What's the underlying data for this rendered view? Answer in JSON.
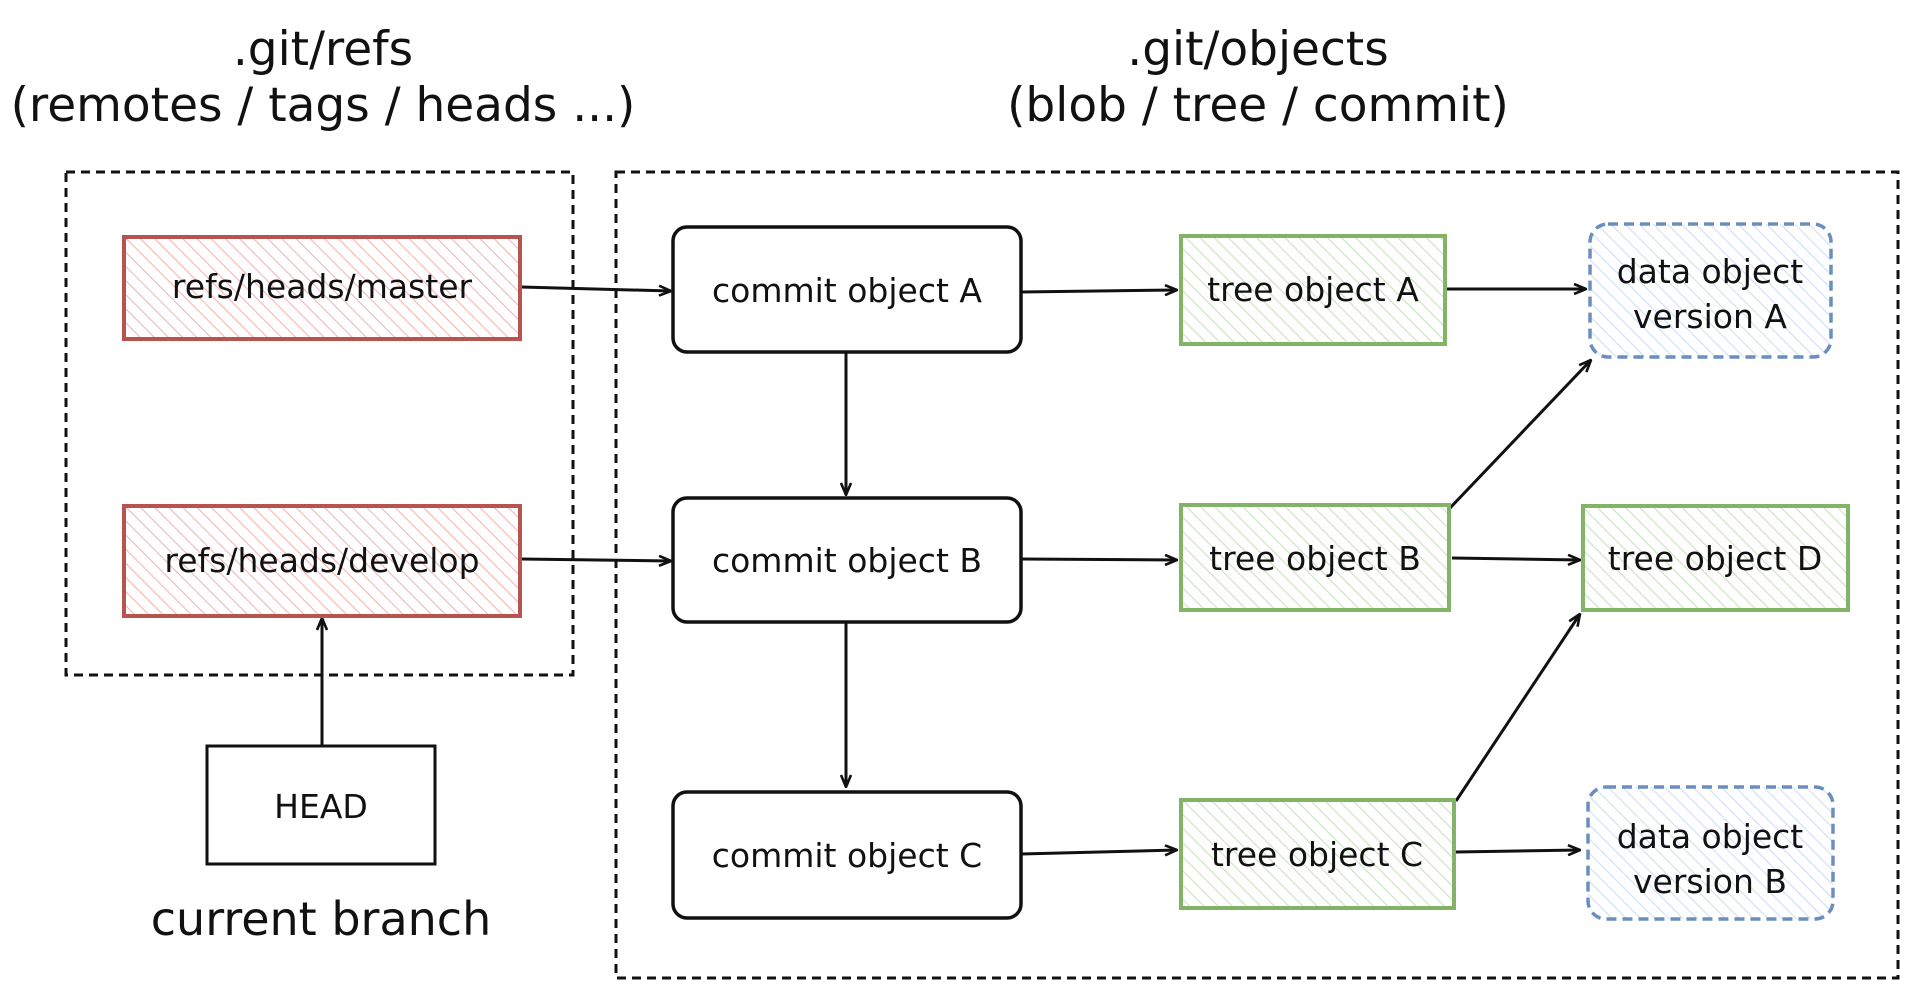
{
  "groups": {
    "refs": {
      "title_line1": ".git/refs",
      "title_line2": "(remotes / tags / heads ...)"
    },
    "objects": {
      "title_line1": ".git/objects",
      "title_line2": "(blob / tree / commit)"
    }
  },
  "refs": {
    "master": "refs/heads/master",
    "develop": "refs/heads/develop"
  },
  "head": {
    "label": "HEAD",
    "caption": "current branch"
  },
  "commits": {
    "a": "commit object A",
    "b": "commit object B",
    "c": "commit object C"
  },
  "trees": {
    "a": "tree object A",
    "b": "tree object B",
    "c": "tree object C",
    "d": "tree object D"
  },
  "data_objects": {
    "a": {
      "line1": "data object",
      "line2": "version A"
    },
    "b": {
      "line1": "data object",
      "line2": "version B"
    }
  },
  "colors": {
    "ref_stroke": "#b85450",
    "ref_fill": "#f8cecc",
    "commit_stroke": "#111111",
    "tree_stroke": "#82b366",
    "tree_fill": "#d5e8d4",
    "data_stroke": "#6c8ebf",
    "data_fill": "#dae8fc",
    "edge": "#111111"
  }
}
